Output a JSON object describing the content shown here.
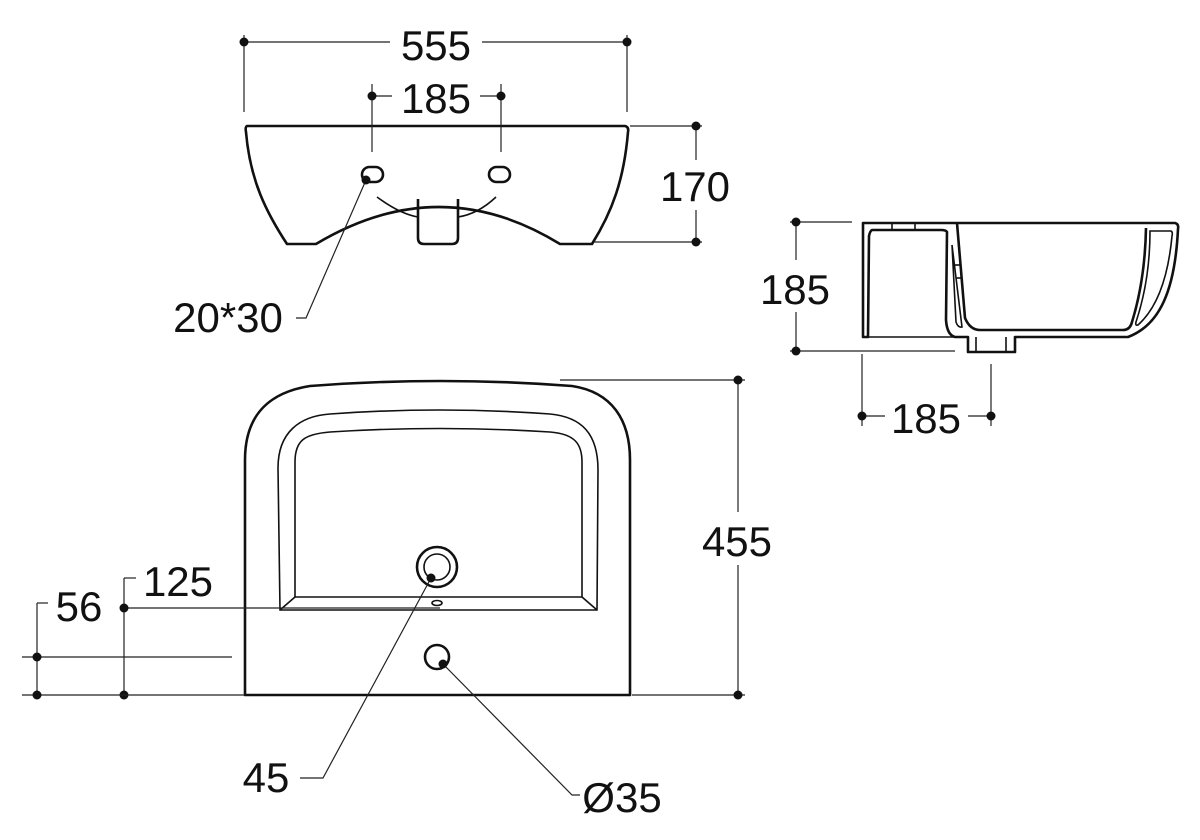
{
  "dimensions": {
    "front_width": "555",
    "tap_hole_spacing": "185",
    "front_height": "170",
    "fixing_hole": "20*30",
    "side_height": "185",
    "side_depth": "185",
    "plan_depth": "455",
    "drain_offset": "125",
    "tap_offset": "56",
    "drain_diameter": "45",
    "tap_hole_diameter": "Ø35"
  }
}
